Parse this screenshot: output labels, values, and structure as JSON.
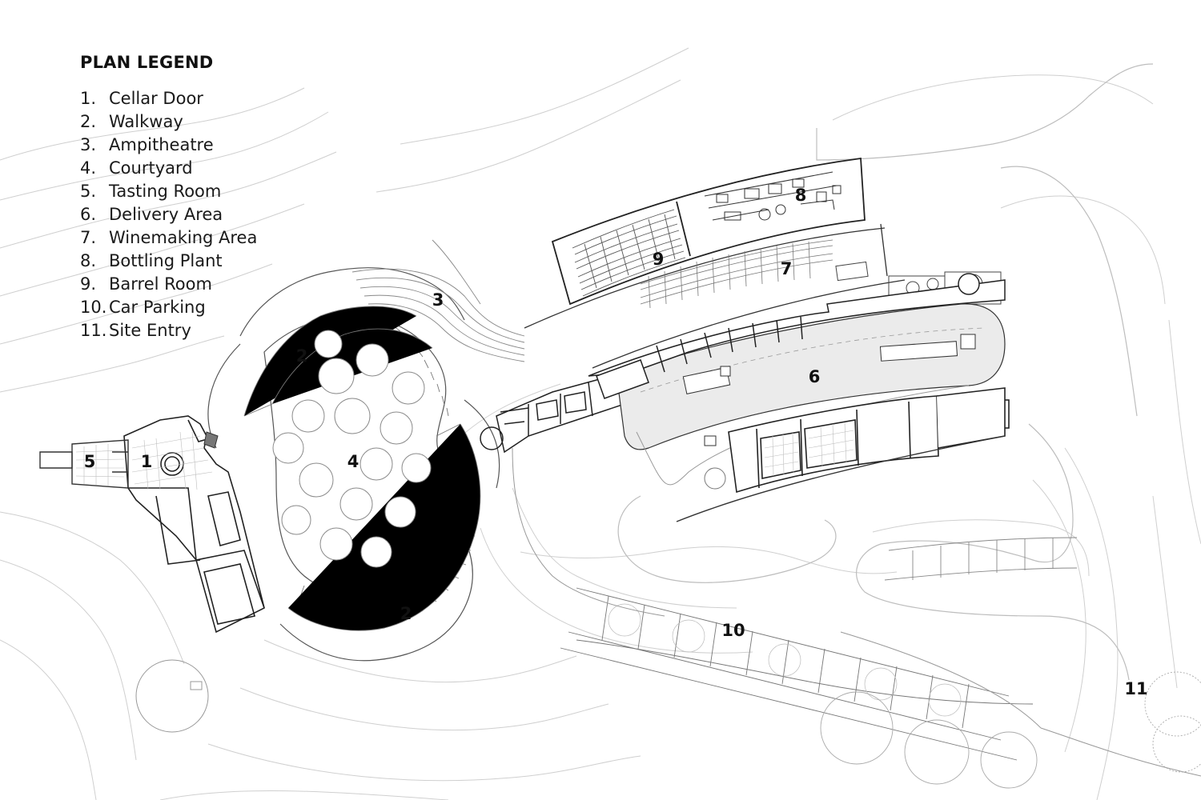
{
  "legend": {
    "title": "PLAN LEGEND",
    "items": [
      {
        "num": "1.",
        "label": "Cellar Door"
      },
      {
        "num": "2.",
        "label": "Walkway"
      },
      {
        "num": "3.",
        "label": "Ampitheatre"
      },
      {
        "num": "4.",
        "label": "Courtyard"
      },
      {
        "num": "5.",
        "label": "Tasting Room"
      },
      {
        "num": "6.",
        "label": "Delivery Area"
      },
      {
        "num": "7.",
        "label": "Winemaking Area"
      },
      {
        "num": "8.",
        "label": "Bottling Plant"
      },
      {
        "num": "9.",
        "label": "Barrel Room"
      },
      {
        "num": "10.",
        "label": "Car Parking"
      },
      {
        "num": "11.",
        "label": "Site Entry"
      }
    ]
  },
  "labels": {
    "cellar_door": "1",
    "walkway_north": "2",
    "walkway_south": "2",
    "ampitheatre": "3",
    "courtyard": "4",
    "tasting_room": "5",
    "delivery_area": "6",
    "winemaking_area": "7",
    "bottling_plant": "8",
    "barrel_room": "9",
    "car_parking": "10",
    "site_entry": "11"
  },
  "colors": {
    "line": "#333333",
    "contour": "#c8c8c8",
    "hatch": "#555555",
    "delivery_fill": "#ebebeb"
  }
}
